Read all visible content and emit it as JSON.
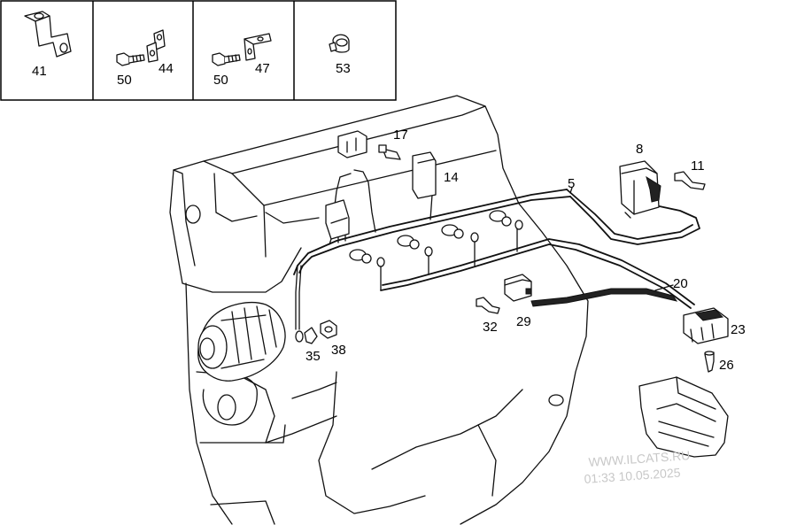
{
  "parts_table": [
    {
      "labels": [
        "41"
      ]
    },
    {
      "labels": [
        "50",
        "44"
      ]
    },
    {
      "labels": [
        "50",
        "47"
      ]
    },
    {
      "labels": [
        "53"
      ]
    }
  ],
  "callouts": {
    "p5": "5",
    "p8": "8",
    "p11": "11",
    "p14": "14",
    "p17": "17",
    "p20": "20",
    "p23": "23",
    "p26": "26",
    "p29": "29",
    "p32": "32",
    "p35": "35",
    "p38": "38"
  },
  "watermark": {
    "line1": "WWW.ILCATS.RU",
    "line2": "01:33 10.05.2025",
    "color": "#c8c8c8"
  }
}
